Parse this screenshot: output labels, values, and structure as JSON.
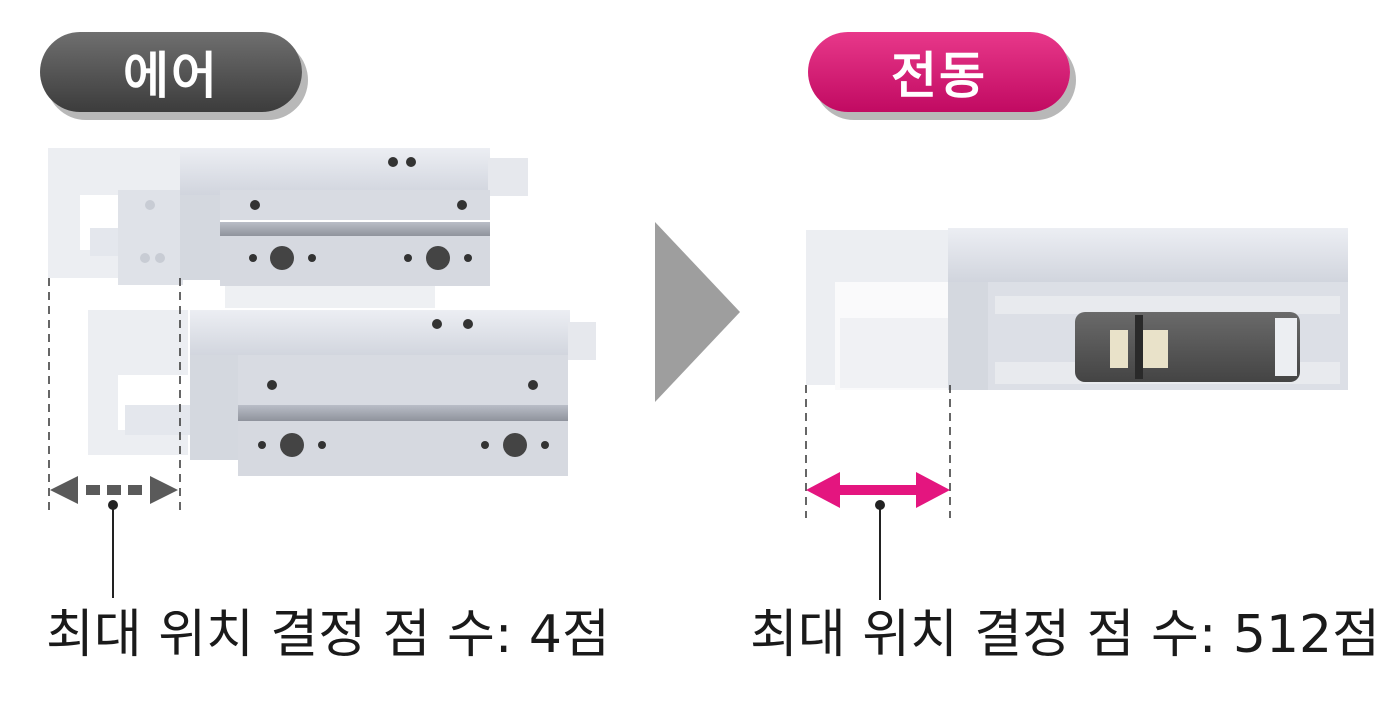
{
  "air": {
    "badge_label": "에어",
    "caption": "최대 위치 결정 점 수: 4점",
    "positioning_points": 4
  },
  "electric": {
    "badge_label": "전동",
    "caption": "최대 위치 결정 점 수: 512점",
    "positioning_points": 512
  },
  "colors": {
    "air_badge": "#4a4a4a",
    "electric_badge": "#d6166f",
    "air_arrow": "#5a5a5a",
    "electric_arrow": "#e4157f",
    "transition_arrow": "#9e9e9e",
    "actuator_body": "#dfe2e9"
  }
}
